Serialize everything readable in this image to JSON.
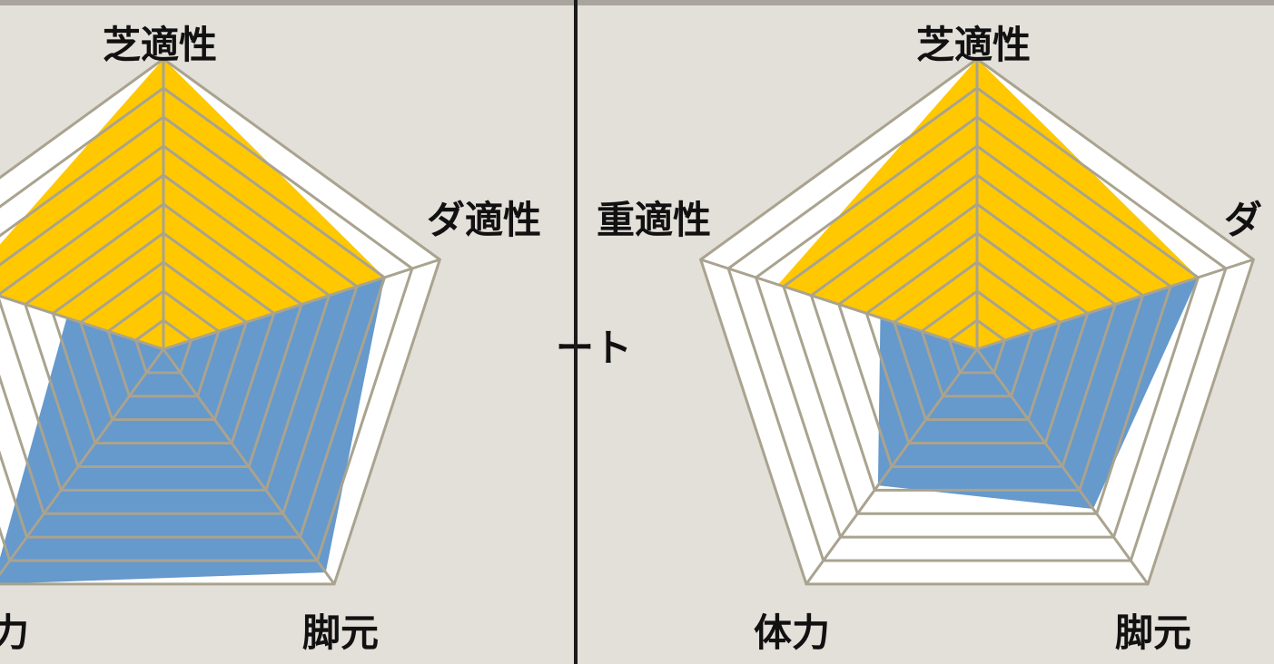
{
  "colors": {
    "background": "#e3dfd9",
    "grid": "#a9a38f",
    "outer_fill": "#ffffff",
    "series_a": "#6699cc",
    "series_b": "#ffc800"
  },
  "clipped_label_fragment": "ート",
  "chart_data": [
    {
      "type": "radar",
      "axes": [
        "芝適性",
        "ダ適性",
        "脚元",
        "体力",
        "重適性"
      ],
      "axis_labels": {
        "top": "芝適性",
        "right": "ダ適性",
        "bottom_right": "脚元",
        "bottom_left": "力"
      },
      "rmax": 10,
      "grid_levels": 10,
      "series": [
        {
          "values": [
            10,
            8,
            9.5,
            10,
            3.5
          ],
          "color": "#6699cc"
        },
        {
          "values": [
            10,
            8,
            0,
            0,
            7.2
          ],
          "color": "#ffc800"
        }
      ]
    },
    {
      "type": "radar",
      "axes": [
        "芝適性",
        "ダ適性",
        "脚元",
        "体力",
        "重適性"
      ],
      "axis_labels": {
        "top": "芝適性",
        "right": "ダ",
        "bottom_right": "脚元",
        "bottom_left": "体力",
        "left": "重適性"
      },
      "rmax": 10,
      "grid_levels": 10,
      "series": [
        {
          "values": [
            10,
            8,
            6.8,
            5.8,
            3.5
          ],
          "color": "#6699cc"
        },
        {
          "values": [
            10,
            8,
            0,
            0,
            7.2
          ],
          "color": "#ffc800"
        }
      ]
    }
  ]
}
